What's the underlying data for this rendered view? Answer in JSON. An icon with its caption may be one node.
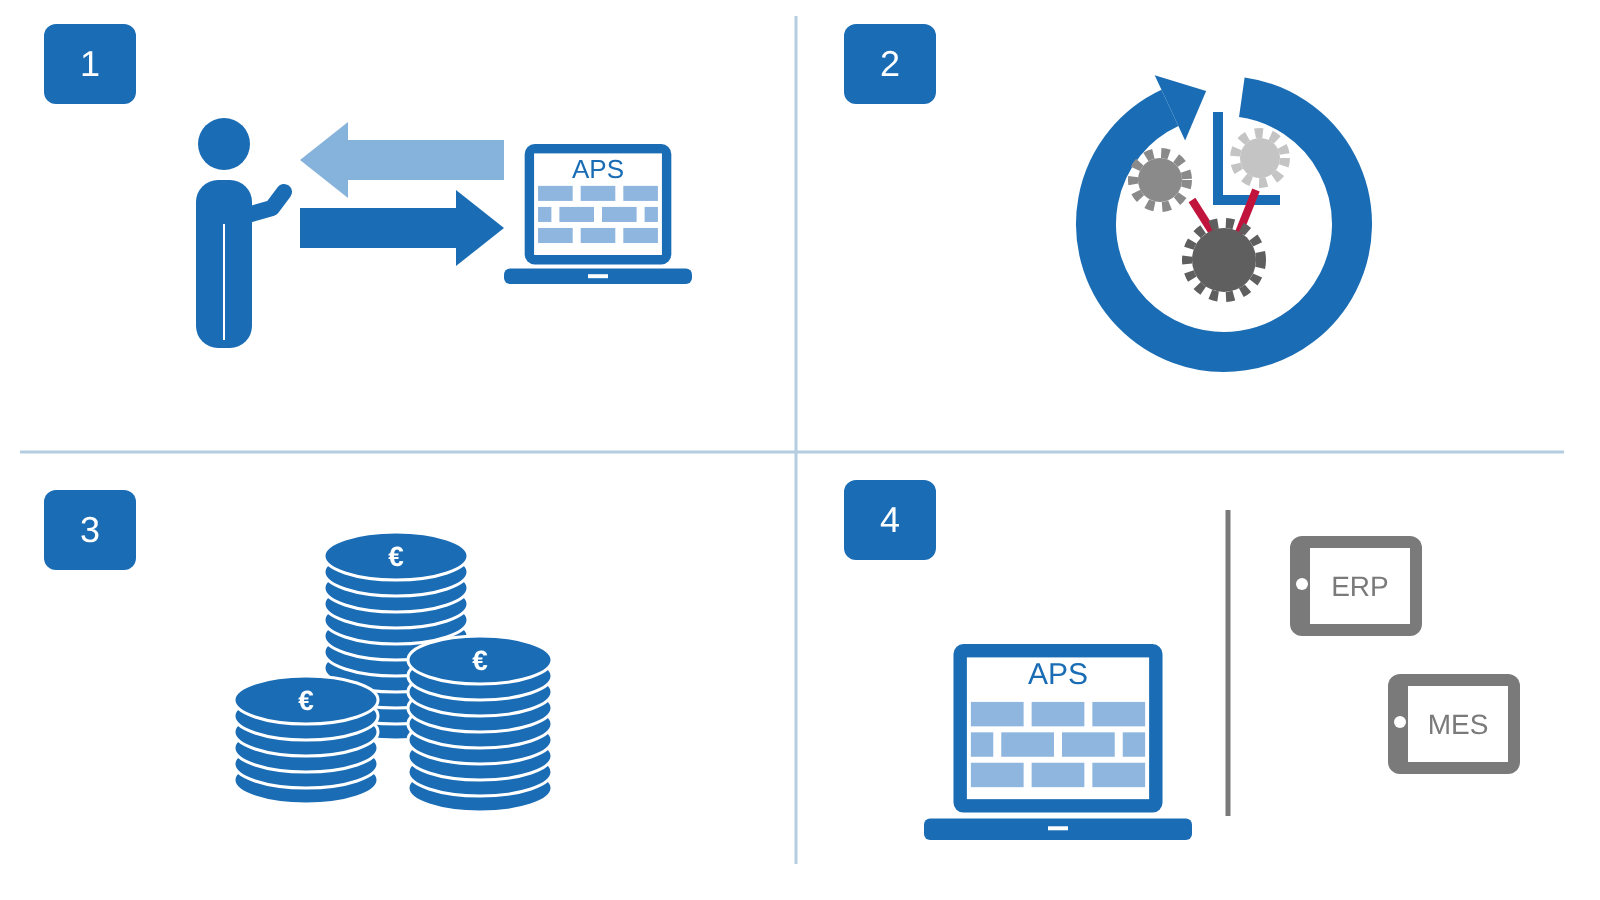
{
  "diagram": {
    "nodes": [
      {
        "text": [
          "1"
        ]
      },
      {
        "text": [],
        "shape": "person"
      },
      {
        "text": [
          "APS"
        ]
      },
      {
        "text": [
          "2"
        ]
      },
      {
        "text": [
          "3"
        ]
      },
      {
        "text": [
          "4"
        ]
      },
      {
        "text": [
          "APS"
        ]
      },
      {
        "text": [
          "ERP"
        ]
      },
      {
        "text": [
          "MES"
        ]
      }
    ],
    "edges": [
      {
        "from": 2,
        "to": 1,
        "arrow": "to",
        "color": "#86b3dc"
      },
      {
        "from": 1,
        "to": 2,
        "arrow": "to",
        "color": "#1a6db5"
      }
    ],
    "labels": [
      "€",
      "€",
      "€"
    ]
  }
}
